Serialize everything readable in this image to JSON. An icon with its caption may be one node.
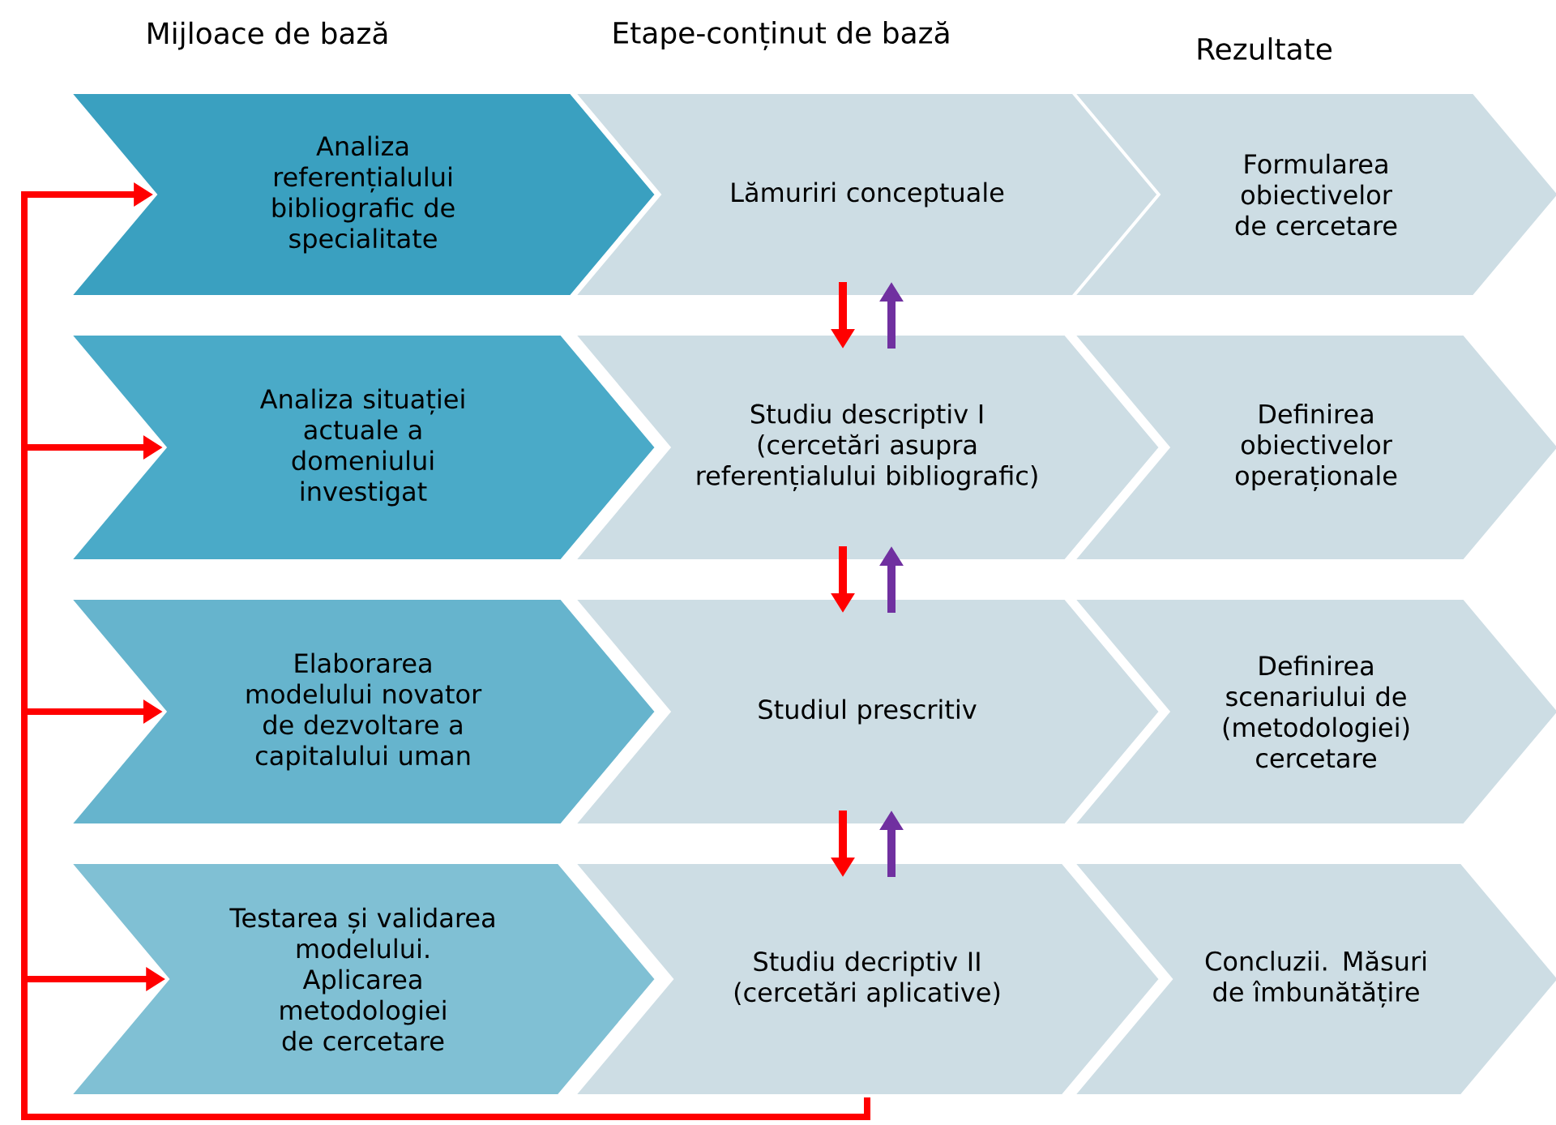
{
  "diagram": {
    "nodes": [
      {
        "text": [
          "Analiza referențialului bibliografic de specialitate"
        ]
      },
      {
        "text": [
          "Lămuriri conceptuale"
        ]
      },
      {
        "text": [
          "Formularea obiectivelor de cercetare"
        ]
      },
      {
        "text": [
          "Analiza situației actuale a domeniului investigat"
        ]
      },
      {
        "text": [
          "Studiu descriptiv I (cercetări asupra referențialului bibliografic)"
        ]
      },
      {
        "text": [
          "Definirea obiectivelor operaționale"
        ]
      },
      {
        "text": [
          "Elaborarea modelului novator de dezvoltare a capitalului uman"
        ]
      },
      {
        "text": [
          "Studiul prescritiv"
        ]
      },
      {
        "text": [
          "Definirea scenariului de (metodologiei) cercetare"
        ]
      },
      {
        "text": [
          "Testarea și validarea modelului. Aplicarea metodologiei de cercetare"
        ]
      },
      {
        "text": [
          "Studiu decriptiv II (cercetări aplicative)"
        ]
      },
      {
        "text": [
          "Concluzii. Măsuri de îmbunătățire"
        ]
      }
    ],
    "edges": [
      {
        "from": 10,
        "to": 0,
        "arrow": "to"
      },
      {
        "from": 10,
        "to": 3,
        "arrow": "to"
      },
      {
        "from": 10,
        "to": 6,
        "arrow": "to"
      },
      {
        "from": 10,
        "to": 9,
        "arrow": "to"
      },
      {
        "from": 1,
        "to": 4,
        "arrow": "to"
      },
      {
        "from": 4,
        "to": 1,
        "arrow": "to",
        "color": "#7030a0"
      },
      {
        "from": 4,
        "to": 7,
        "arrow": "to"
      },
      {
        "from": 7,
        "to": 4,
        "arrow": "to",
        "color": "#7030a0"
      },
      {
        "from": 7,
        "to": 10,
        "arrow": "to"
      },
      {
        "from": 10,
        "to": 7,
        "arrow": "to",
        "color": "#7030a0"
      }
    ],
    "labels": [
      "Mijloace de bază",
      "Etape-conținut de bază",
      "Rezultate"
    ]
  }
}
